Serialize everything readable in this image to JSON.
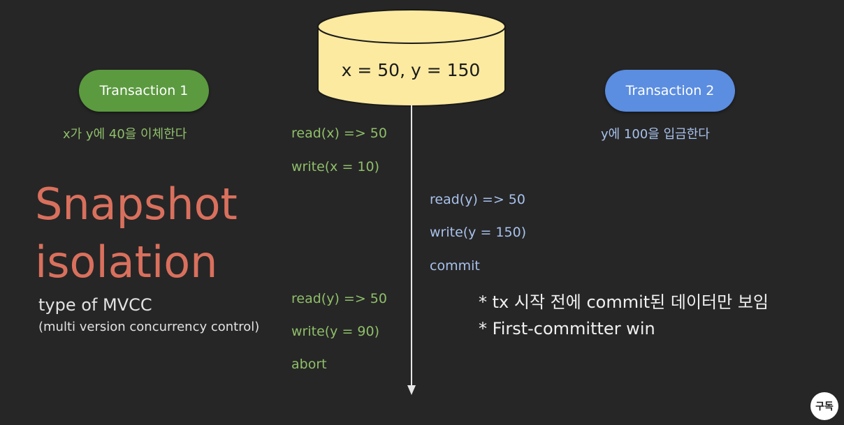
{
  "database": {
    "label": "x = 50, y = 150"
  },
  "transaction1": {
    "label": "Transaction 1",
    "description": "x가 y에 40을 이체한다",
    "ops": [
      "read(x) => 50",
      "write(x = 10)",
      "read(y) => 50",
      "write(y = 90)",
      "abort"
    ]
  },
  "transaction2": {
    "label": "Transaction 2",
    "description": "y에 100을 입금한다",
    "ops": [
      "read(y) => 50",
      "write(y = 150)",
      "commit"
    ]
  },
  "title": {
    "line1": "Snapshot",
    "line2": "isolation",
    "subtitle": "type of MVCC",
    "subtitle2": "(multi version concurrency control)"
  },
  "notes": [
    "* tx 시작 전에 commit된 데이터만 보임",
    "* First-committer win"
  ],
  "badge": {
    "label": "구독"
  },
  "colors": {
    "background": "#262626",
    "tx1": "#5b9a3f",
    "tx2": "#5b8de0",
    "title": "#d9705d",
    "database": "#fbeaa0"
  }
}
